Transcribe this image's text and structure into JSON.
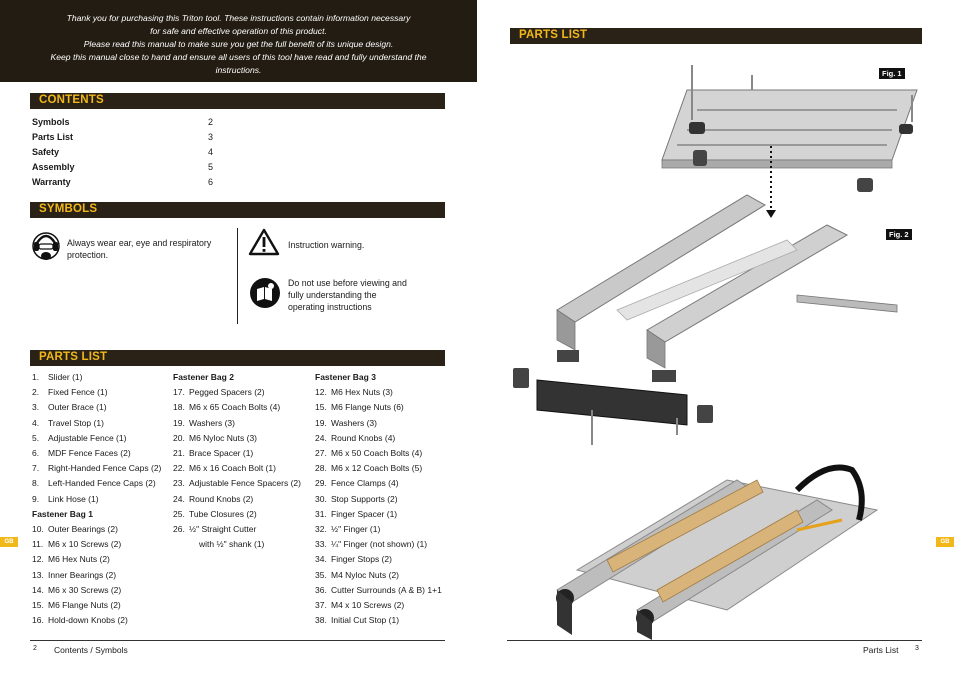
{
  "intro": {
    "lines": [
      "Thank you for purchasing this Triton tool. These instructions contain information necessary",
      "for safe and effective operation of this product.",
      "Please read this manual to make sure you get the full benefit of its unique design.",
      "Keep this manual close to hand and ensure all users of this tool have read and fully understand the",
      "instructions."
    ]
  },
  "contents": {
    "title": "CONTENTS",
    "items": [
      {
        "label": "Symbols",
        "page": "2"
      },
      {
        "label": "Parts List",
        "page": "3"
      },
      {
        "label": "Safety",
        "page": "4"
      },
      {
        "label": "Assembly",
        "page": "5"
      },
      {
        "label": "Warranty",
        "page": "6"
      }
    ]
  },
  "symbols": {
    "title": "SYMBOLS",
    "ppe": "Always wear ear, eye and respiratory protection.",
    "warning": "Instruction warning.",
    "read_manual": "Do not use before viewing and fully understanding the operating instructions"
  },
  "parts_list": {
    "title": "PARTS LIST",
    "col1": [
      {
        "n": "1.",
        "t": "Slider (1)"
      },
      {
        "n": "2.",
        "t": "Fixed Fence (1)"
      },
      {
        "n": "3.",
        "t": "Outer Brace (1)"
      },
      {
        "n": "4.",
        "t": "Travel Stop (1)"
      },
      {
        "n": "5.",
        "t": "Adjustable Fence (1)"
      },
      {
        "n": "6.",
        "t": "MDF Fence Faces (2)"
      },
      {
        "n": "7.",
        "t": "Right-Handed Fence Caps (2)"
      },
      {
        "n": "8.",
        "t": "Left-Handed Fence Caps (2)"
      },
      {
        "n": "9.",
        "t": "Link Hose (1)"
      },
      {
        "n": "",
        "t": "Fastener Bag 1",
        "hd": true
      },
      {
        "n": "10.",
        "t": "Outer Bearings (2)"
      },
      {
        "n": "11.",
        "t": "M6 x 10 Screws (2)"
      },
      {
        "n": "12.",
        "t": "M6 Hex Nuts (2)"
      },
      {
        "n": "13.",
        "t": "Inner Bearings (2)"
      },
      {
        "n": "14.",
        "t": "M6 x 30 Screws (2)"
      },
      {
        "n": "15.",
        "t": "M6 Flange Nuts (2)"
      },
      {
        "n": "16.",
        "t": "Hold-down Knobs (2)"
      }
    ],
    "col2": [
      {
        "n": "",
        "t": "Fastener Bag 2",
        "hd": true
      },
      {
        "n": "17.",
        "t": "Pegged Spacers (2)"
      },
      {
        "n": "18.",
        "t": "M6 x 65 Coach Bolts (4)"
      },
      {
        "n": "19.",
        "t": "Washers (3)"
      },
      {
        "n": "20.",
        "t": "M6 Nyloc Nuts (3)"
      },
      {
        "n": "21.",
        "t": "Brace Spacer (1)"
      },
      {
        "n": "22.",
        "t": "M6 x 16 Coach Bolt (1)"
      },
      {
        "n": "23.",
        "t": "Adjustable Fence Spacers (2)"
      },
      {
        "n": "24.",
        "t": "Round Knobs (2)"
      },
      {
        "n": "25.",
        "t": "Tube Closures (2)"
      },
      {
        "n": "26.",
        "t": "½\" Straight Cutter"
      },
      {
        "n": "",
        "t": "with ½\" shank (1)",
        "indent": true
      }
    ],
    "col3": [
      {
        "n": "",
        "t": "Fastener Bag 3",
        "hd": true
      },
      {
        "n": "12.",
        "t": "M6 Hex Nuts (3)"
      },
      {
        "n": "15.",
        "t": "M6 Flange Nuts (6)"
      },
      {
        "n": "19.",
        "t": "Washers (3)"
      },
      {
        "n": "24.",
        "t": "Round Knobs (4)"
      },
      {
        "n": "27.",
        "t": "M6 x 50 Coach Bolts (4)"
      },
      {
        "n": "28.",
        "t": "M6 x 12 Coach Bolts (5)"
      },
      {
        "n": "29.",
        "t": "Fence Clamps (4)"
      },
      {
        "n": "30.",
        "t": "Stop Supports (2)"
      },
      {
        "n": "31.",
        "t": "Finger Spacer (1)"
      },
      {
        "n": "32.",
        "t": "½\" Finger (1)"
      },
      {
        "n": "33.",
        "t": "¼\" Finger (not shown) (1)"
      },
      {
        "n": "34.",
        "t": "Finger Stops (2)"
      },
      {
        "n": "35.",
        "t": "M4 Nyloc Nuts (2)"
      },
      {
        "n": "36.",
        "t": "Cutter Surrounds (A & B) 1+1"
      },
      {
        "n": "37.",
        "t": "M4 x 10 Screws (2)"
      },
      {
        "n": "38.",
        "t": "Initial Cut Stop (1)"
      }
    ]
  },
  "right_page": {
    "title": "PARTS LIST",
    "fig1": "Fig. 1",
    "fig2": "Fig. 2"
  },
  "footer": {
    "left_page_num": "2",
    "left_section": "Contents / Symbols",
    "right_section": "Parts List",
    "right_page_num": "3",
    "lang_tab": "GB"
  },
  "colors": {
    "accent": "#f2b81a",
    "bar": "#2a2216",
    "intro_bg": "#231c12"
  }
}
